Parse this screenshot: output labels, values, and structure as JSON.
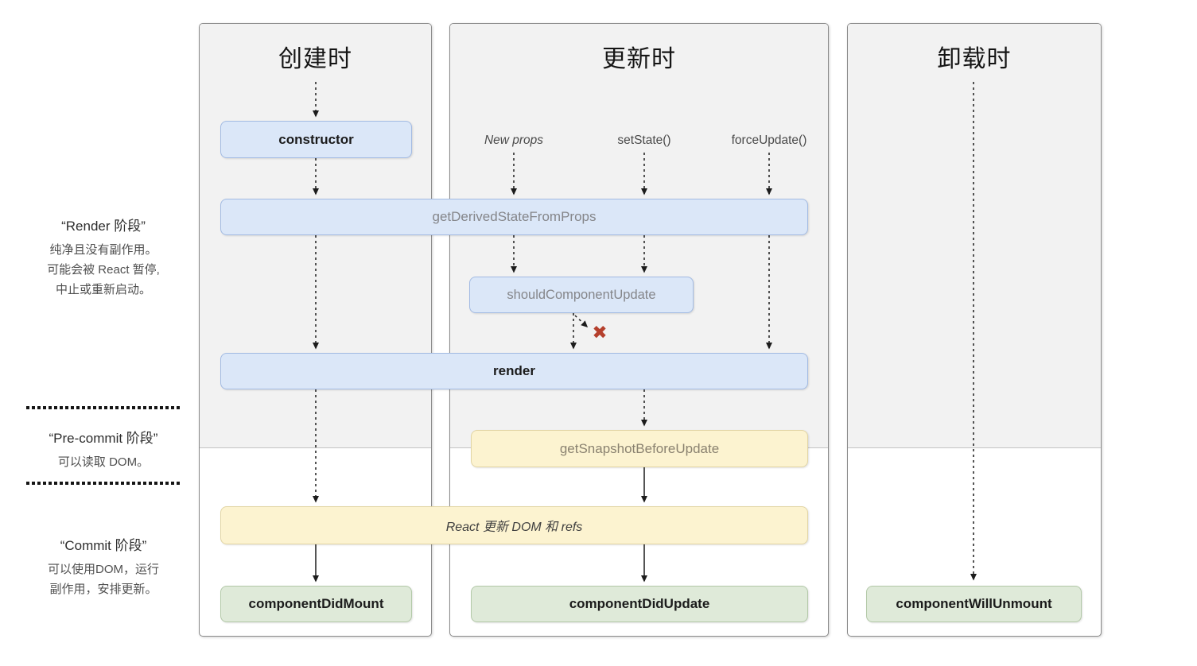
{
  "colors": {
    "blue_fill": "#dbe7f8",
    "blue_border": "#a3bbe3",
    "yellow_fill": "#fcf3d0",
    "yellow_border": "#e2d5a4",
    "green_fill": "#dfead9",
    "green_border": "#b3c9a8",
    "panel_gray": "#f2f2f2",
    "panel_border": "#8a8a8a",
    "x_mark": "#b5402d"
  },
  "columns": {
    "mounting": {
      "title": "创建时"
    },
    "updating": {
      "title": "更新时",
      "triggers": [
        {
          "label": "New props"
        },
        {
          "label": "setState()"
        },
        {
          "label": "forceUpdate()"
        }
      ]
    },
    "unmounting": {
      "title": "卸载时"
    }
  },
  "phases": {
    "render": {
      "title": "“Render 阶段”",
      "lines": [
        "纯净且没有副作用。",
        "可能会被 React 暂停,",
        "中止或重新启动。"
      ]
    },
    "pre_commit": {
      "title": "“Pre-commit 阶段”",
      "lines": [
        "可以读取 DOM。"
      ]
    },
    "commit": {
      "title": "“Commit 阶段”",
      "lines": [
        "可以使用DOM，运行",
        "副作用，安排更新。"
      ]
    }
  },
  "methods": {
    "constructor": "constructor",
    "get_derived_state_from_props": "getDerivedStateFromProps",
    "should_component_update": "shouldComponentUpdate",
    "render": "render",
    "get_snapshot_before_update": "getSnapshotBeforeUpdate",
    "react_updates_dom": "React 更新 DOM 和 refs",
    "component_did_mount": "componentDidMount",
    "component_did_update": "componentDidUpdate",
    "component_will_unmount": "componentWillUnmount"
  },
  "icons": {
    "cancel_icon": "✖"
  }
}
